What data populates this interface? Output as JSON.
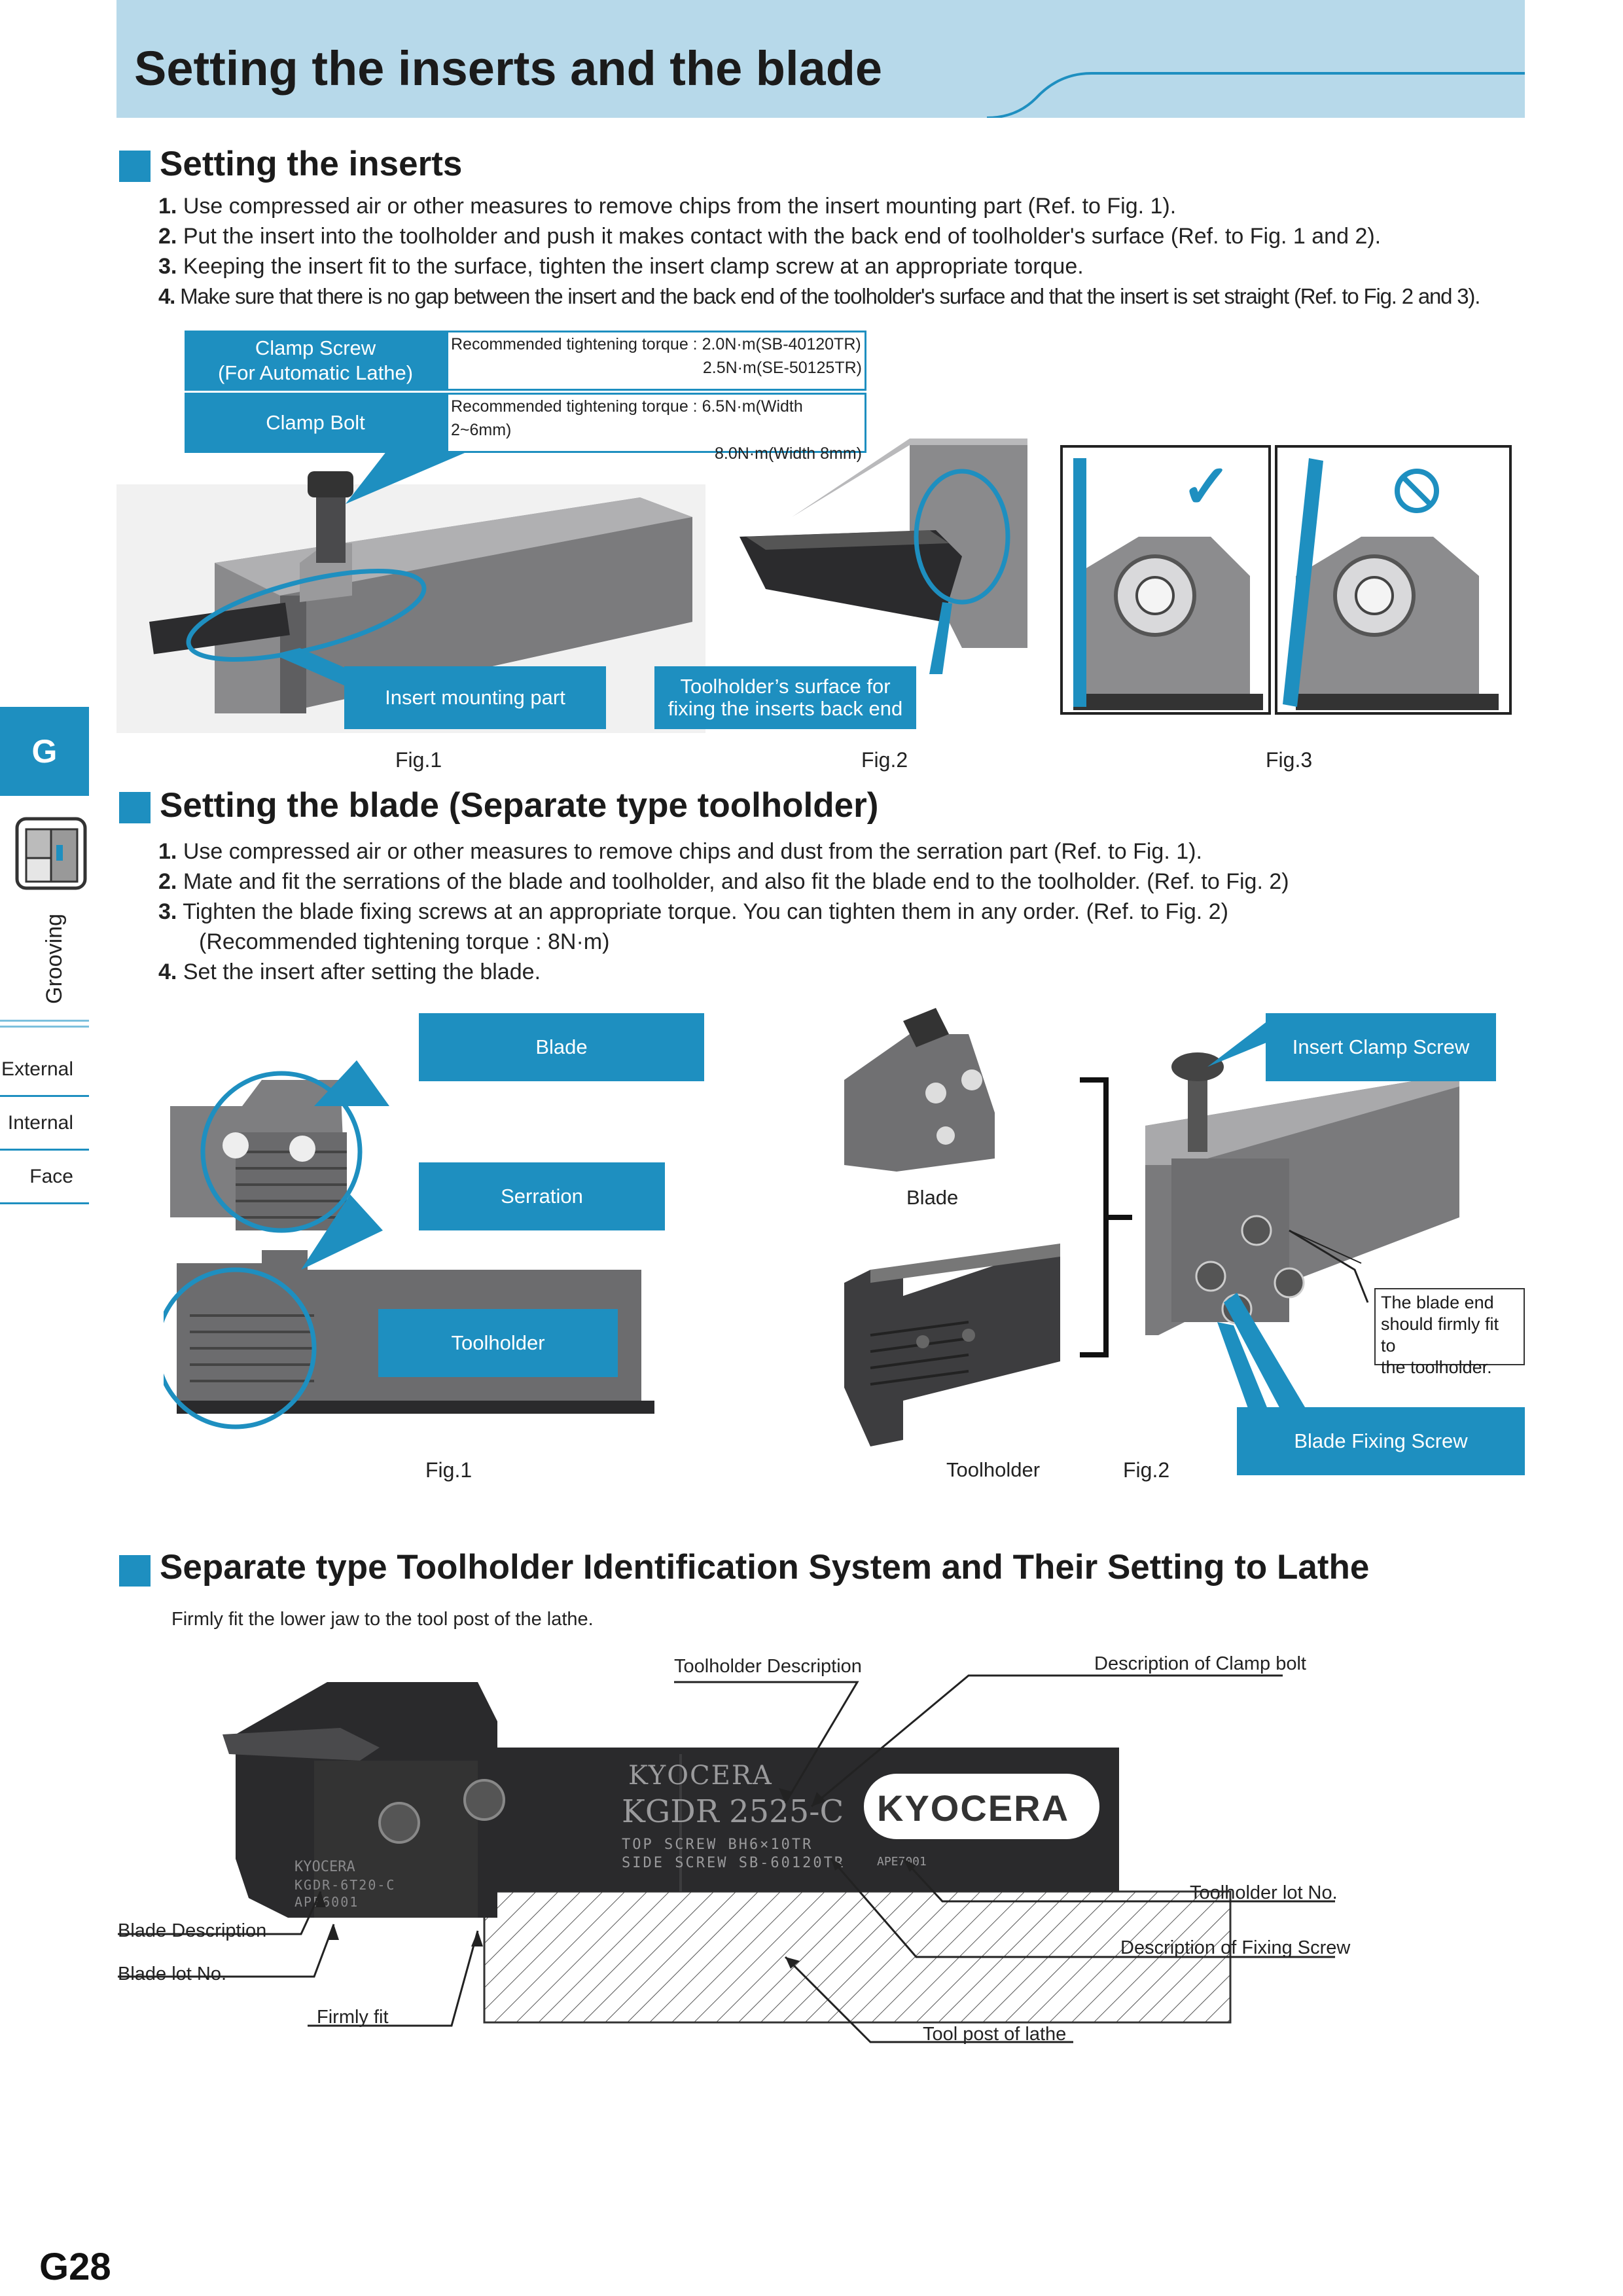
{
  "page_title": "Setting the inserts and the blade",
  "side_tab": {
    "letter": "G",
    "category": "Grooving",
    "nav": [
      "External",
      "Internal",
      "Face"
    ]
  },
  "section1": {
    "title": "Setting the inserts",
    "steps": [
      {
        "num": "1.",
        "text": "Use compressed air or other measures to remove chips from the insert mounting part (Ref. to Fig. 1)."
      },
      {
        "num": "2.",
        "text": "Put the insert into the toolholder and push it makes contact with the back end of toolholder's surface (Ref. to Fig. 1 and 2)."
      },
      {
        "num": "3.",
        "text": "Keeping the insert fit to the surface, tighten the insert clamp screw at an appropriate torque."
      },
      {
        "num": "4.",
        "text": "Make sure that there is no gap between the insert and the back end of the toolholder's surface and that the insert is set straight (Ref. to Fig. 2 and 3)."
      }
    ],
    "callouts": {
      "clamp_screw": "Clamp Screw",
      "clamp_screw_sub": "(For Automatic Lathe)",
      "clamp_bolt": "Clamp Bolt",
      "insert_mounting": "Insert mounting part",
      "toolholder_surface_1": "Toolholder’s surface for",
      "toolholder_surface_2": "fixing the inserts back end"
    },
    "torque": {
      "screw_1": "Recommended tightening torque : 2.0N·m(SB-40120TR)",
      "screw_2": "2.5N·m(SE-50125TR)",
      "bolt_1": "Recommended tightening torque : 6.5N·m(Width 2~6mm)",
      "bolt_2": "8.0N·m(Width 8mm)"
    },
    "figs": [
      "Fig.1",
      "Fig.2",
      "Fig.3"
    ],
    "fig3_ok": "✓"
  },
  "section2": {
    "title": "Setting the blade (Separate type toolholder)",
    "steps": [
      {
        "num": "1.",
        "text": "Use compressed air or other measures to remove chips and dust from the serration part (Ref. to Fig. 1)."
      },
      {
        "num": "2.",
        "text": "Mate and fit the serrations of the blade and toolholder, and also fit the blade end to the toolholder. (Ref. to Fig. 2)"
      },
      {
        "num": "3.",
        "text": "Tighten the blade fixing screws at an appropriate torque. You can tighten them in any order. (Ref. to Fig. 2)"
      },
      {
        "num": "",
        "text": "(Recommended tightening torque : 8N·m)"
      },
      {
        "num": "4.",
        "text": "Set the insert after setting the blade."
      }
    ],
    "callouts": {
      "blade": "Blade",
      "serration": "Serration",
      "toolholder": "Toolholder",
      "insert_clamp_screw": "Insert Clamp Screw",
      "blade_fixing_screw": "Blade Fixing Screw"
    },
    "labels": {
      "blade": "Blade",
      "toolholder": "Toolholder"
    },
    "note": [
      "The blade end",
      "should firmly fit to",
      "the toolholder."
    ],
    "figs": [
      "Fig.1",
      "Fig.2"
    ]
  },
  "section3": {
    "title": "Separate type Toolholder Identification System and Their Setting to Lathe",
    "intro": "Firmly fit the lower jaw to the tool post of the lathe.",
    "labels": {
      "toolholder_desc": "Toolholder Description",
      "clamp_bolt_desc": "Description of Clamp bolt",
      "toolholder_lot": "Toolholder lot No.",
      "fixing_screw_desc": "Description of Fixing Screw",
      "tool_post": "Tool post of lathe",
      "blade_desc": "Blade Description",
      "blade_lot": "Blade lot No.",
      "firmly_fit": "Firmly fit"
    },
    "marking": {
      "brand": "KYOCERA",
      "model": "KGDR 2525-C",
      "top_screw": "TOP SCREW BH6×10TR",
      "side_screw": "SIDE SCREW SB-60120TR",
      "lot": "APE7001",
      "blade_model": "KGDR-6T20-C",
      "blade_lot": "APE6001"
    }
  },
  "page_number": "G28",
  "colors": {
    "accent": "#1e8fc0",
    "header_band": "#b7d9ea",
    "tool_gray": "#6e6e70",
    "tool_dark": "#2a2a2c"
  }
}
